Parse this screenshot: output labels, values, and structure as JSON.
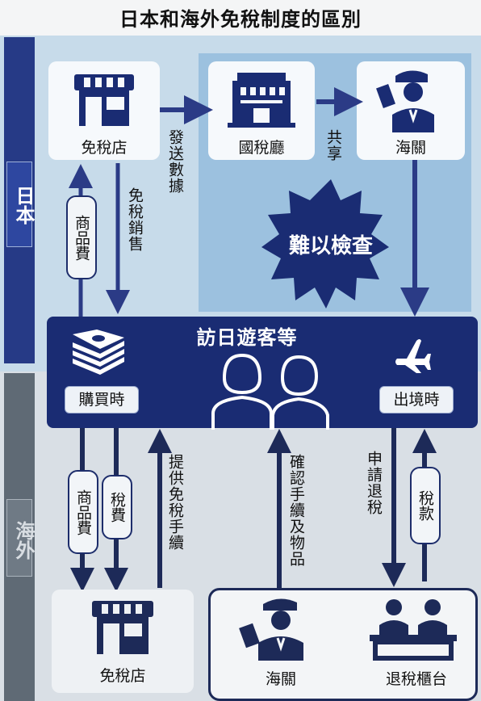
{
  "title": "日本和海外免稅制度的區別",
  "regions": {
    "japan": "日本",
    "overseas": "海外"
  },
  "nodes": {
    "shop_japan": "免稅店",
    "tax_agency": "國稅廳",
    "customs_japan": "海關",
    "visitors": "訪日遊客等",
    "purchase_time": "購買時",
    "departure_time": "出境時",
    "shop_overseas": "免稅店",
    "customs_overseas": "海關",
    "refund_counter": "退稅櫃台"
  },
  "burst": "難以檢查",
  "edge_labels": {
    "send_data": "發送數據",
    "share": "共享",
    "tax_free_sales": "免稅銷售",
    "product_fee_japan": "商品費",
    "product_fee_overseas": "商品費",
    "tax_fee": "稅費",
    "provide_procedures": "提供免稅手續",
    "confirm_procedures": "確認手續及物品",
    "apply_refund": "申請退稅",
    "tax_money": "稅款"
  },
  "colors": {
    "navy": "#1a2c73",
    "arrow": "#2b3b86",
    "sky": "#c7dbea",
    "panel_blue": "#9cc1df"
  }
}
